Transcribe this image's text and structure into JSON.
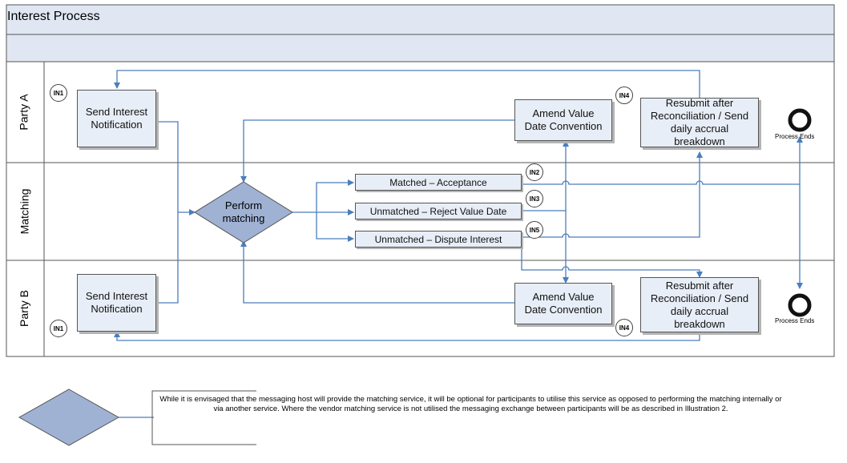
{
  "header": {
    "title": "Interest Process"
  },
  "lanes": {
    "party_a": "Party A",
    "matching": "Matching",
    "party_b": "Party B"
  },
  "nodes": {
    "send_a": "Send Interest\nNotification",
    "amend_a": "Amend Value\nDate Convention",
    "resubmit_a": "Resubmit after\nReconciliation / Send\ndaily accrual\nbreakdown",
    "perform": "Perform\nmatching",
    "matched": "Matched – Acceptance",
    "unmatched_reject": "Unmatched – Reject Value Date",
    "unmatched_dispute": "Unmatched – Dispute Interest",
    "send_b": "Send Interest\nNotification",
    "amend_b": "Amend Value\nDate Convention",
    "resubmit_b": "Resubmit after\nReconciliation / Send\ndaily accrual\nbreakdown"
  },
  "badges": {
    "in1_a": "IN1",
    "in4_a": "IN4",
    "in2": "IN2",
    "in3": "IN3",
    "in5": "IN5",
    "in1_b": "IN1",
    "in4_b": "IN4"
  },
  "ends": {
    "a": "Process Ends",
    "b": "Process Ends"
  },
  "legend": {
    "note": "While it is envisaged that the messaging host will provide the matching service, it will be optional for participants to utilise this service as opposed to performing the matching internally or via another service.  Where the vendor matching service is not utilised the messaging exchange between participants will be as described in Illustration 2."
  },
  "colors": {
    "header_fill": "#e0e7f3",
    "box_fill": "#e8eef7",
    "diamond_fill": "#9fb2d4",
    "connector": "#4a7ebd",
    "border": "#555555"
  }
}
